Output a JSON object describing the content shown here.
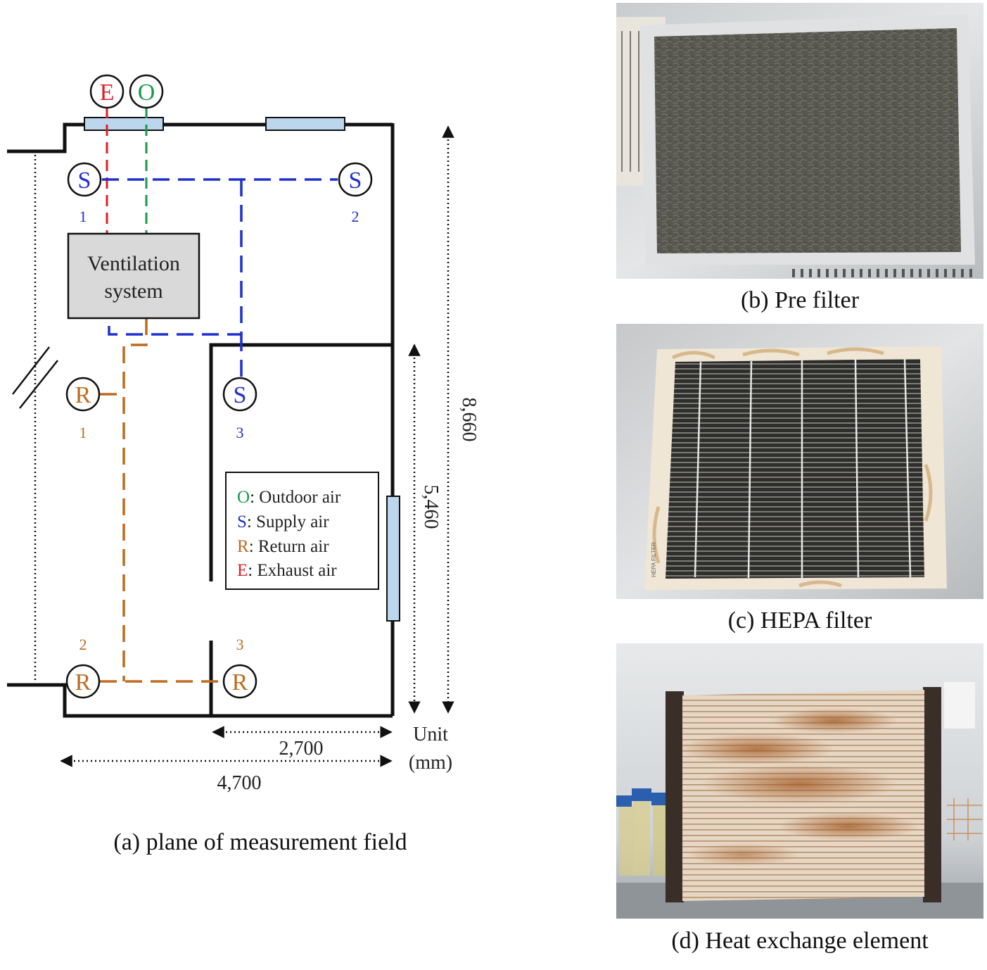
{
  "plan": {
    "caption": "(a) plane of measurement field",
    "unit_line1": "Unit",
    "unit_line2": "(mm)",
    "dimensions": {
      "total_height": "8,660",
      "inner_height": "5,460",
      "inner_width": "2,700",
      "total_width": "4,700"
    },
    "ventilation_line1": "Ventilation",
    "ventilation_line2": "system",
    "markers": {
      "exhaust": "E",
      "outdoor": "O",
      "supply_1": "S",
      "supply_2": "S",
      "supply_3": "S",
      "return_1": "R",
      "return_2": "R",
      "return_3": "R"
    },
    "marker_numbers": {
      "supply_1": "1",
      "supply_2": "2",
      "supply_3": "3",
      "return_1": "1",
      "return_2": "2",
      "return_3": "3"
    },
    "legend": [
      {
        "letter": "O",
        "text": ": Outdoor air",
        "color": "#1a9a4a"
      },
      {
        "letter": "S",
        "text": ": Supply air",
        "color": "#1f2fd0"
      },
      {
        "letter": "R",
        "text": ": Return air",
        "color": "#c06a1e"
      },
      {
        "letter": "E",
        "text": ": Exhaust air",
        "color": "#e01d25"
      }
    ]
  },
  "photos": {
    "pre_filter_caption": "(b) Pre filter",
    "hepa_caption": "(c) HEPA filter",
    "hepa_label": "HEPA FILTER",
    "heat_exchange_caption": "(d) Heat exchange element"
  },
  "colors": {
    "exhaust": "#e01d25",
    "outdoor": "#1a9a4a",
    "supply": "#1f2fd0",
    "return": "#c06a1e",
    "window": "#bcd6ee"
  }
}
